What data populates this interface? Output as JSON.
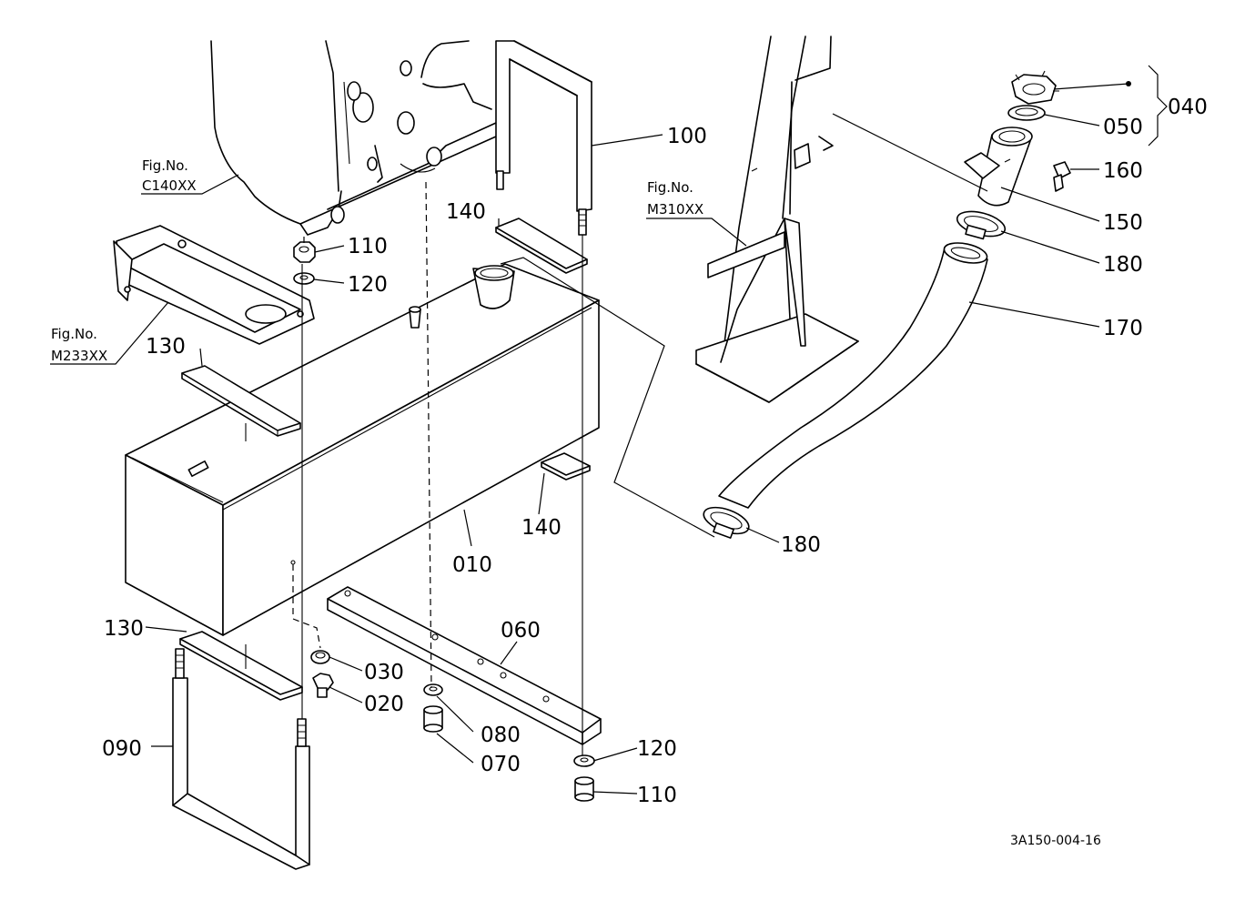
{
  "labels": {
    "p010": "010",
    "p020": "020",
    "p030": "030",
    "p040": "040",
    "p050": "050",
    "p060": "060",
    "p070": "070",
    "p080": "080",
    "p090": "090",
    "p100": "100",
    "p110a": "110",
    "p110b": "110",
    "p120a": "120",
    "p120b": "120",
    "p130a": "130",
    "p130b": "130",
    "p140a": "140",
    "p140b": "140",
    "p150": "150",
    "p160": "160",
    "p170": "170",
    "p180a": "180",
    "p180b": "180"
  },
  "figrefs": {
    "c140": {
      "line1": "Fig.No.",
      "line2": "C140XX"
    },
    "m233": {
      "line1": "Fig.No.",
      "line2": "M233XX"
    },
    "m310": {
      "line1": "Fig.No.",
      "line2": "M310XX"
    }
  },
  "drawing_code": "3A150-004-16"
}
